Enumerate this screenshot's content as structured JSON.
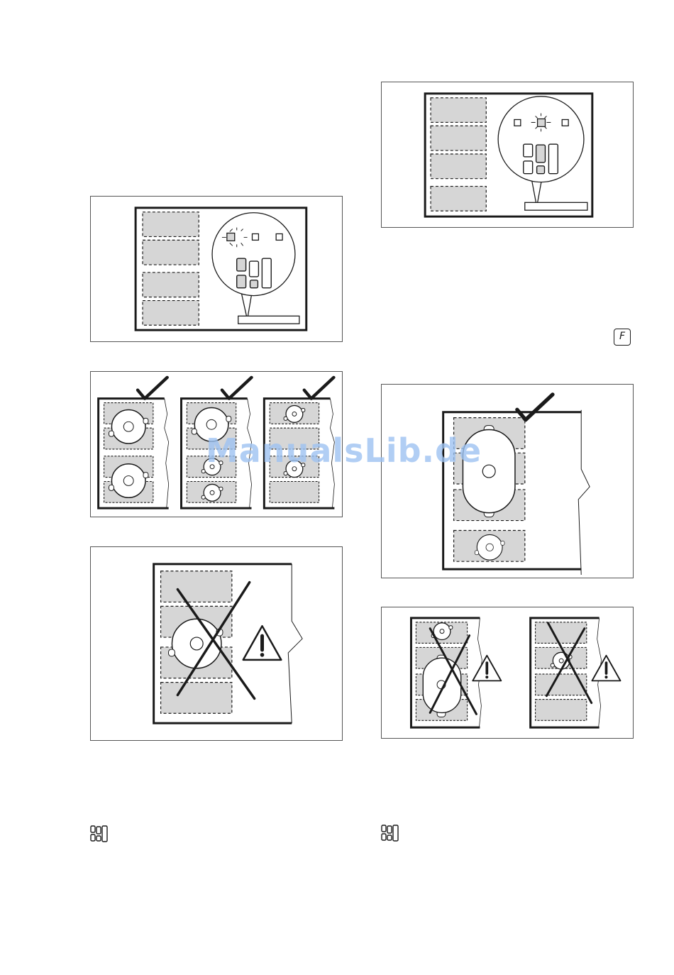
{
  "page": {
    "background": "#ffffff"
  },
  "watermark": {
    "text": "ManualsLib.de",
    "color": "#9ec3f2"
  },
  "figures": [
    {
      "name": "figure-control-panel-left-zone",
      "icon": "hob-control-panel"
    },
    {
      "name": "figure-control-panel-middle-zone",
      "icon": "hob-control-panel"
    },
    {
      "name": "figure-correct-pot-placement-three-hobs",
      "icon": "checkmark-icon"
    },
    {
      "name": "figure-incorrect-large-pot-placement",
      "icon": "cross-warning-icon"
    },
    {
      "name": "figure-correct-oval-pan-placement",
      "icon": "checkmark-icon"
    },
    {
      "name": "figure-incorrect-placements-two-hobs",
      "icon": "cross-warning-icon"
    }
  ],
  "icons": {
    "function_key": {
      "text": "F"
    },
    "zone_display_left": "zone-display-icon",
    "zone_display_right": "zone-display-icon"
  },
  "colors": {
    "zone_fill": "#d6d6d6",
    "line": "#1a1a1a"
  }
}
